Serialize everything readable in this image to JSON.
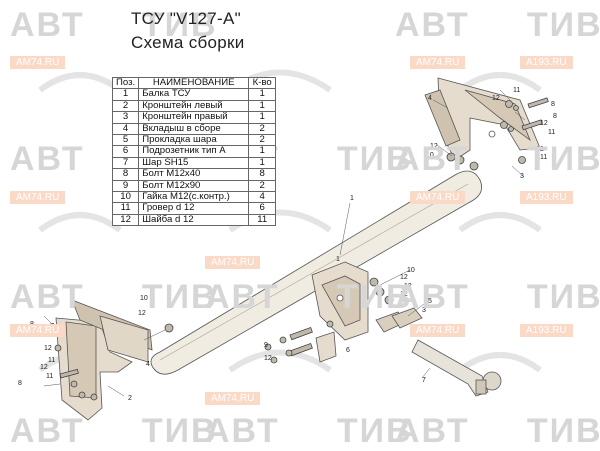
{
  "title": "ТСУ \"V127-A\"",
  "subtitle": "Схема сборки",
  "table": {
    "headers": [
      "Поз.",
      "НАИМЕНОВАНИЕ",
      "К-во"
    ],
    "rows": [
      {
        "pos": "1",
        "name": "Балка ТСУ",
        "qty": "1"
      },
      {
        "pos": "2",
        "name": "Кронштейн левый",
        "qty": "1"
      },
      {
        "pos": "3",
        "name": "Кронштейн правый",
        "qty": "1"
      },
      {
        "pos": "4",
        "name": "Вкладыш в сборе",
        "qty": "2"
      },
      {
        "pos": "5",
        "name": "Прокладка шара",
        "qty": "2"
      },
      {
        "pos": "6",
        "name": "Подрозетник тип А",
        "qty": "1"
      },
      {
        "pos": "7",
        "name": "Шар SH15",
        "qty": "1"
      },
      {
        "pos": "8",
        "name": "Болт М12х40",
        "qty": "8"
      },
      {
        "pos": "9",
        "name": "Болт М12х90",
        "qty": "2"
      },
      {
        "pos": "10",
        "name": "Гайка М12(с.контр.)",
        "qty": "4"
      },
      {
        "pos": "11",
        "name": "Гровер d 12",
        "qty": "6"
      },
      {
        "pos": "12",
        "name": "Шайба d 12",
        "qty": "11"
      }
    ]
  },
  "watermark": {
    "brand_left": "АВТ",
    "brand_right": "ТИВ",
    "site_a": "AM74.RU",
    "site_b": "A193.RU"
  },
  "callouts": [
    "1",
    "2",
    "3",
    "4",
    "5",
    "6",
    "7",
    "8",
    "9",
    "10",
    "11",
    "12"
  ]
}
